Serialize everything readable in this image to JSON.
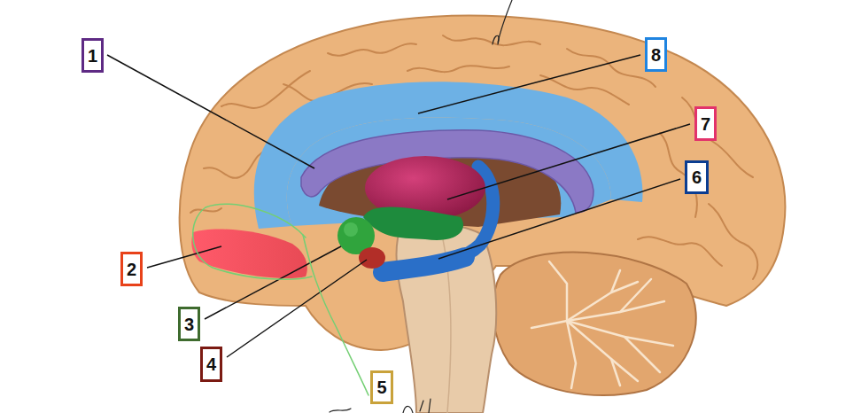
{
  "diagram": {
    "nodes": [
      {
        "text": [
          "1"
        ]
      },
      {
        "text": [
          "8"
        ]
      },
      {
        "text": [
          "7"
        ]
      },
      {
        "text": [
          "6"
        ]
      },
      {
        "text": [
          "2"
        ]
      },
      {
        "text": [
          "3"
        ]
      },
      {
        "text": [
          "4"
        ]
      },
      {
        "text": [
          "5"
        ]
      }
    ]
  }
}
